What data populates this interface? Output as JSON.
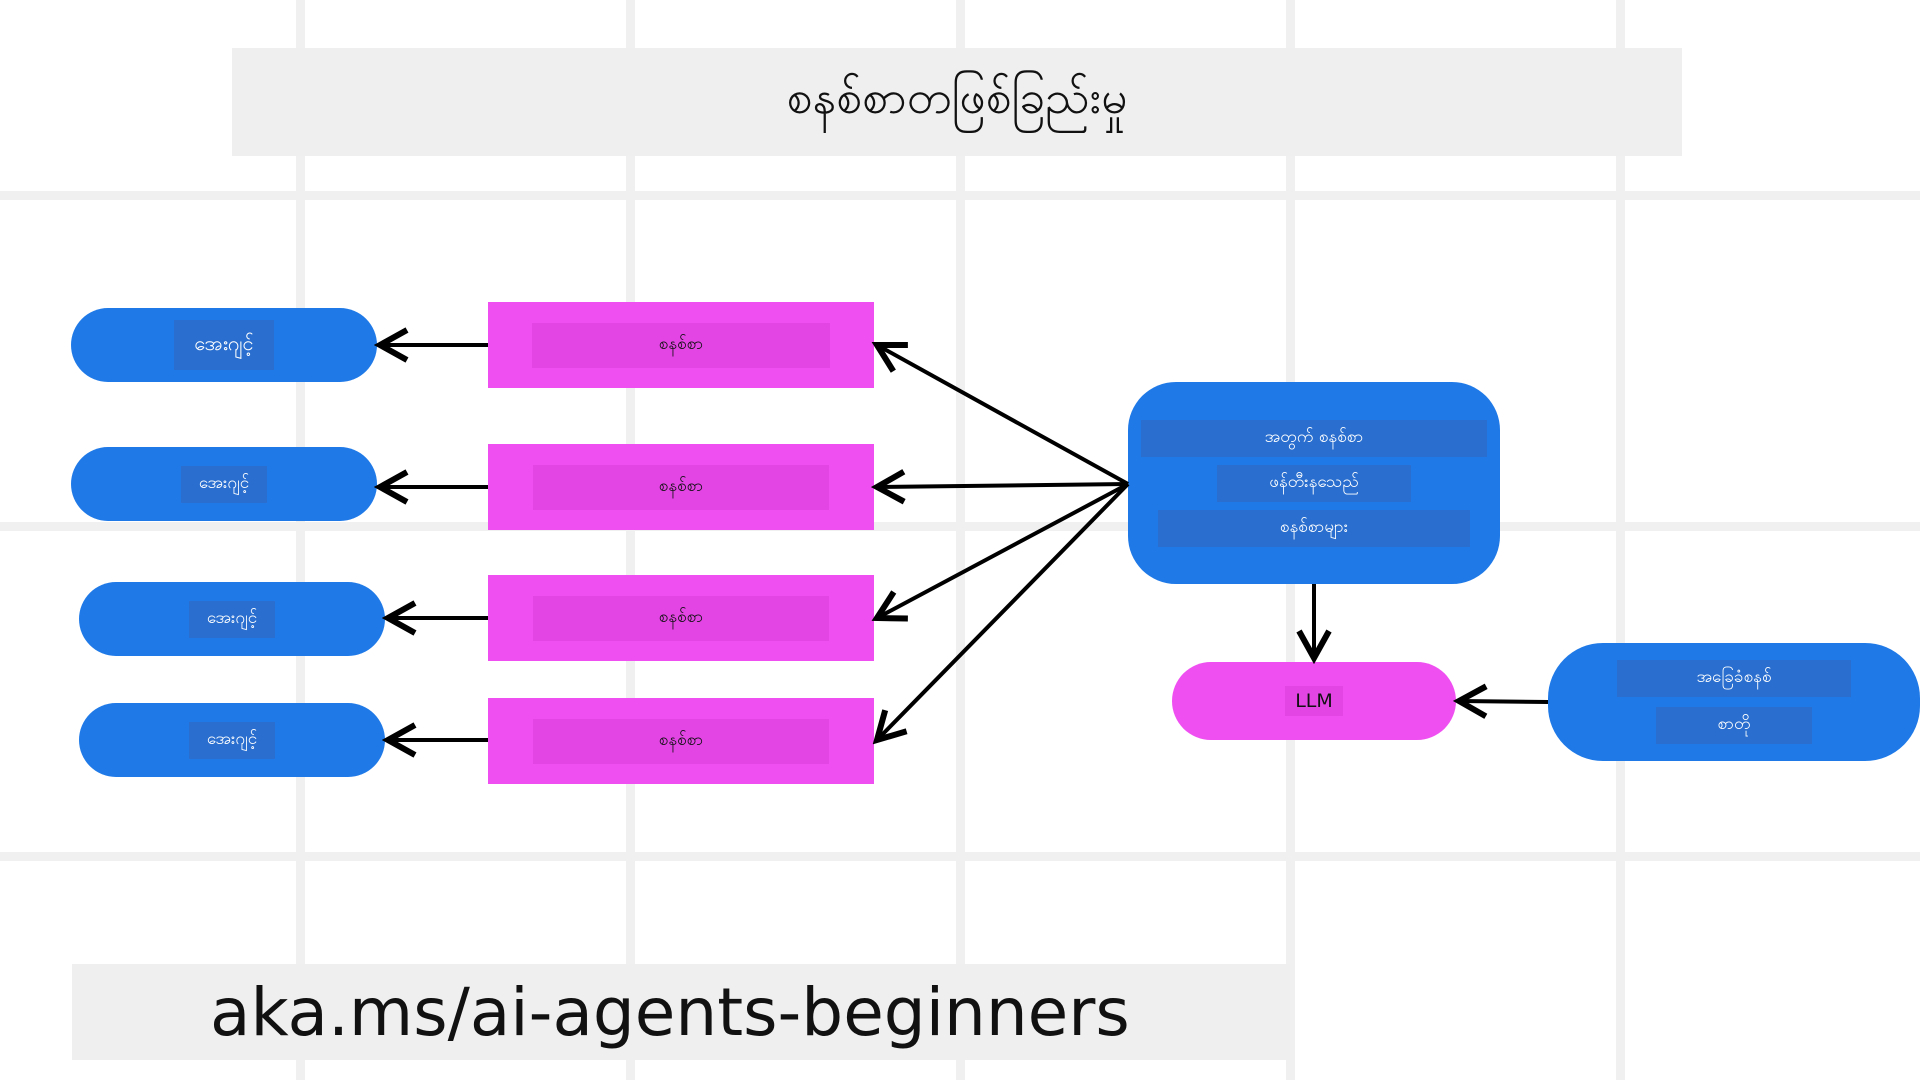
{
  "title": "စနစ်စာတဖြစ်ခြည်းမှု",
  "url": "aka.ms/ai-agents-beginners",
  "agents": [
    {
      "label": "အေးဂျင့်"
    },
    {
      "label": "အေးဂျင့်"
    },
    {
      "label": "အေးဂျင့်"
    },
    {
      "label": "အေးဂျင့်"
    }
  ],
  "prompts": [
    {
      "label": "စနစ်စာ"
    },
    {
      "label": "စနစ်စာ"
    },
    {
      "label": "စနစ်စာ"
    },
    {
      "label": "စနစ်စာ"
    }
  ],
  "generator": {
    "lines": [
      "အတွက် စနစ်စာ",
      "ဖန်တီးနသေည်",
      "စနစ်စာများ"
    ]
  },
  "llm": {
    "label": "LLM"
  },
  "meta_prompt": {
    "lines": [
      "အခြေခံစနစ်",
      "စာတို"
    ]
  },
  "colors": {
    "blue": "#1f7ae8",
    "pink": "#ef4ff0",
    "grid": "#f0f0f0"
  }
}
